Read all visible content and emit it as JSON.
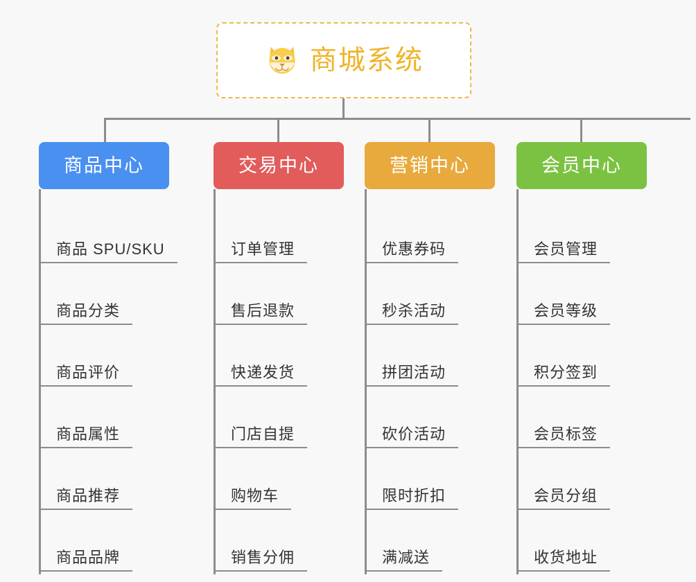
{
  "background_color": "#f8f8f8",
  "root": {
    "title": "商城系统",
    "icon": "shiba-dog-face-icon",
    "text_color": "#f0b429",
    "border_color": "#ecb94e",
    "fill_color": "#ffffff"
  },
  "connector_color": "#8c8c8c",
  "columns": [
    {
      "label": "商品中心",
      "color": "#4a90f0",
      "items": [
        "商品 SPU/SKU",
        "商品分类",
        "商品评价",
        "商品属性",
        "商品推荐",
        "商品品牌"
      ]
    },
    {
      "label": "交易中心",
      "color": "#e25c5c",
      "items": [
        "订单管理",
        "售后退款",
        "快递发货",
        "门店自提",
        "购物车",
        "销售分佣"
      ]
    },
    {
      "label": "营销中心",
      "color": "#e8a93d",
      "items": [
        "优惠券码",
        "秒杀活动",
        "拼团活动",
        "砍价活动",
        "限时折扣",
        "满减送"
      ]
    },
    {
      "label": "会员中心",
      "color": "#7cc242",
      "items": [
        "会员管理",
        "会员等级",
        "积分签到",
        "会员标签",
        "会员分组",
        "收货地址"
      ]
    }
  ]
}
